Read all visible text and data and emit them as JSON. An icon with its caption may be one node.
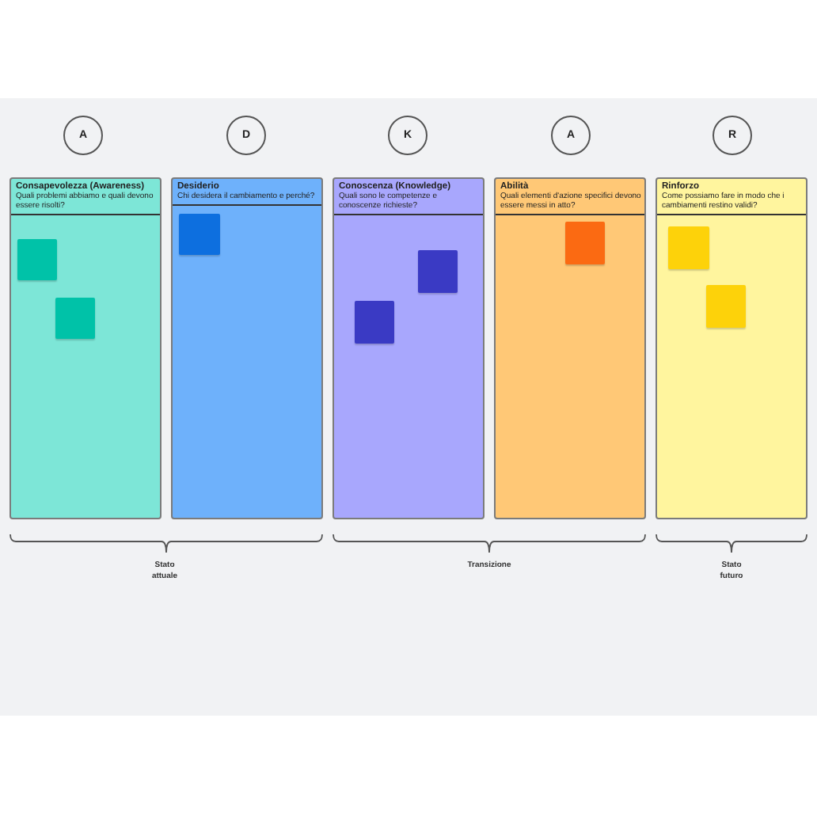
{
  "diagram": {
    "nodes": [
      {
        "text": [
          "A"
        ]
      },
      {
        "text": [
          "D"
        ]
      },
      {
        "text": [
          "K"
        ]
      },
      {
        "text": [
          "A"
        ]
      },
      {
        "text": [
          "R"
        ]
      },
      {
        "text": [
          "Consapevolezza (Awareness)",
          "Quali problemi abbiamo e quali devono essere risolti?"
        ]
      },
      {
        "text": [],
        "shape": "box",
        "in": 5
      },
      {
        "text": [],
        "shape": "box",
        "in": 5
      },
      {
        "text": [
          "Desiderio",
          "Chi desidera il cambiamento e perché?"
        ]
      },
      {
        "text": [],
        "shape": "box",
        "in": 8
      },
      {
        "text": [
          "Conoscenza (Knowledge)",
          "Quali sono le competenze e conoscenze richieste?"
        ]
      },
      {
        "text": [],
        "shape": "box",
        "in": 10
      },
      {
        "text": [],
        "shape": "box",
        "in": 10
      },
      {
        "text": [
          "Abilità",
          "Quali elementi d'azione specifici devono essere messi in atto?"
        ]
      },
      {
        "text": [],
        "shape": "box",
        "in": 13
      },
      {
        "text": [
          "Rinforzo",
          "Come possiamo fare in modo che i cambiamenti restino validi?"
        ]
      },
      {
        "text": [],
        "shape": "box",
        "in": 15
      },
      {
        "text": [],
        "shape": "box",
        "in": 15
      }
    ],
    "labels": [
      "Stato attuale",
      "Transizione",
      "Stato futuro"
    ]
  }
}
